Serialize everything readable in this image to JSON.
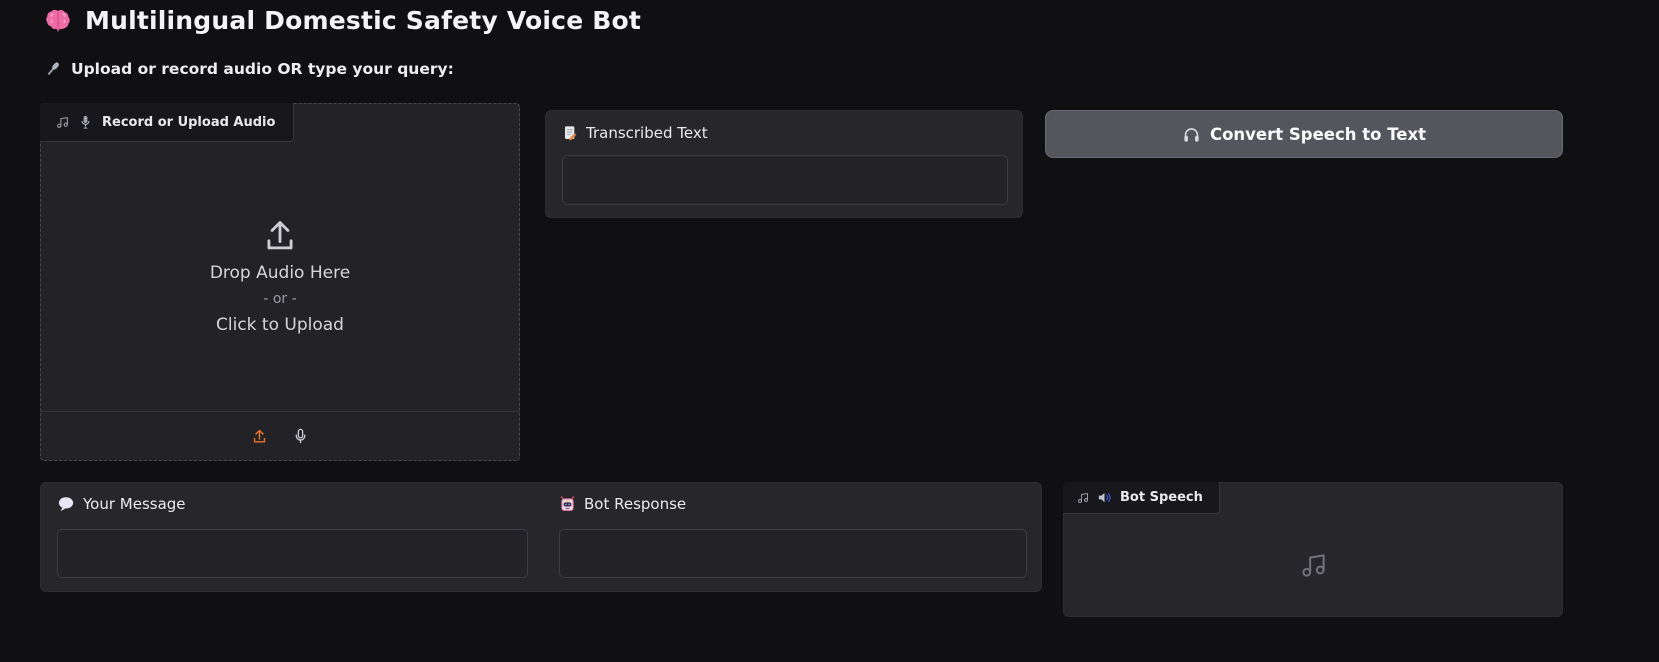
{
  "header": {
    "title": "Multilingual Domestic Safety Voice Bot",
    "title_icon": "brain-icon",
    "subtitle": "Upload or record audio OR type your query:",
    "subtitle_icon": "microphone-icon"
  },
  "audio_input": {
    "type_icon": "music-note-icon",
    "label_icon": "studio-microphone-icon",
    "label": "Record or Upload Audio",
    "dropzone": {
      "icon": "upload-icon",
      "line1": "Drop Audio Here",
      "line2": "- or -",
      "line3": "Click to Upload"
    },
    "sources": [
      {
        "icon": "upload-source-icon",
        "selected": true
      },
      {
        "icon": "microphone-source-icon",
        "selected": false
      }
    ]
  },
  "transcribed_text": {
    "label_icon": "memo-icon",
    "label": "Transcribed Text",
    "value": "",
    "placeholder": ""
  },
  "convert_button": {
    "icon": "headphones-icon",
    "label": "Convert Speech to Text"
  },
  "your_message": {
    "label_icon": "speech-balloon-icon",
    "label": "Your Message",
    "value": "",
    "placeholder": ""
  },
  "bot_response": {
    "label_icon": "robot-icon",
    "label": "Bot Response",
    "value": "",
    "placeholder": ""
  },
  "bot_speech": {
    "type_icon": "music-note-icon",
    "label_icon": "speaker-icon",
    "label": "Bot Speech",
    "placeholder_icon": "music-note-icon"
  },
  "colors": {
    "page_bg": "#101013",
    "panel_bg": "#27272b",
    "tab_bg": "#18181c",
    "input_border": "#3d3d44",
    "button_bg": "#55555d",
    "accent_orange": "#f0752b",
    "text_primary": "#f4f4f6",
    "text_secondary": "#d6d6da",
    "speaker_wave_blue": "#3d5dd6",
    "brain_pink": "#ee6ba5"
  }
}
